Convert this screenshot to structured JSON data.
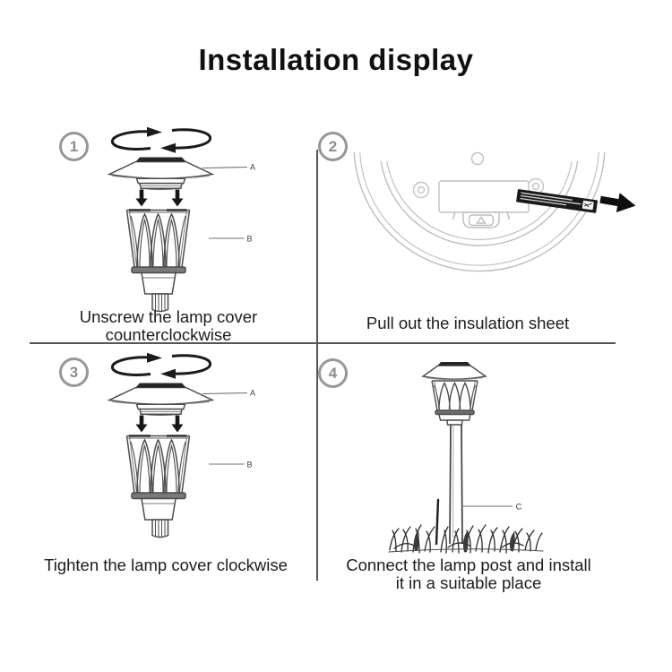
{
  "title": "Installation display",
  "part_labels": {
    "a": "A",
    "b": "B",
    "c": "C"
  },
  "steps": [
    {
      "number": "1",
      "caption_lines": [
        "Unscrew the lamp cover",
        "counterclockwise"
      ]
    },
    {
      "number": "2",
      "caption_lines": [
        "Pull out the insulation sheet"
      ]
    },
    {
      "number": "3",
      "caption_lines": [
        "Tighten the lamp cover clockwise"
      ]
    },
    {
      "number": "4",
      "caption_lines": [
        "Connect the lamp post and install",
        "it in a suitable place"
      ]
    }
  ],
  "icons": {
    "rotation_arrows": "rotation-direction-arrows-icon",
    "down_arrow": "move-down-arrow-icon",
    "pull_arrow": "pull-out-arrow-icon"
  },
  "colors": {
    "background": "#ffffff",
    "text": "#1c1c1c",
    "divider": "#555555",
    "badge_gray": "#8f8f8f",
    "line_art_dark": "#4d4d4d",
    "line_art_light": "#bdbdbd",
    "arrow_black": "#141414",
    "tab_black": "#191919"
  }
}
